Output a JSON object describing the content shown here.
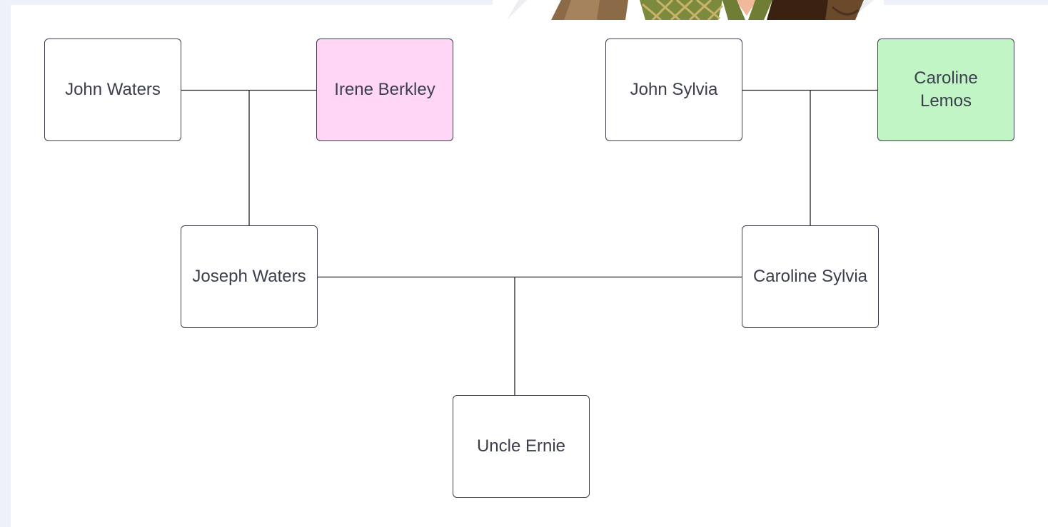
{
  "diagram": {
    "nodes": [
      {
        "id": "john-waters",
        "label": "John Waters",
        "fill": "#ffffff"
      },
      {
        "id": "irene-berkley",
        "label": "Irene Berkley",
        "fill": "#ffd6f6"
      },
      {
        "id": "john-sylvia",
        "label": "John Sylvia",
        "fill": "#ffffff"
      },
      {
        "id": "caroline-lemos",
        "label": "Caroline\nLemos",
        "fill": "#c2f5c6"
      },
      {
        "id": "joseph-waters",
        "label": "Joseph Waters",
        "fill": "#ffffff"
      },
      {
        "id": "caroline-sylvia",
        "label": "Caroline Sylvia",
        "fill": "#ffffff"
      },
      {
        "id": "uncle-ernie",
        "label": "Uncle Ernie",
        "fill": "#ffffff"
      }
    ],
    "edges": [
      {
        "from": "john-waters",
        "to": "irene-berkley",
        "type": "partner"
      },
      {
        "from": "john-waters+irene-berkley",
        "to": "joseph-waters",
        "type": "child"
      },
      {
        "from": "john-sylvia",
        "to": "caroline-lemos",
        "type": "partner"
      },
      {
        "from": "john-sylvia+caroline-lemos",
        "to": "caroline-sylvia",
        "type": "child"
      },
      {
        "from": "joseph-waters",
        "to": "caroline-sylvia",
        "type": "partner"
      },
      {
        "from": "joseph-waters+caroline-sylvia",
        "to": "uncle-ernie",
        "type": "child"
      }
    ],
    "line_color": "#222222",
    "border_color": "#3c3f4a",
    "text_color": "#3b3f4c"
  },
  "avatar": {
    "icon": "cartoon-avatar-image"
  }
}
